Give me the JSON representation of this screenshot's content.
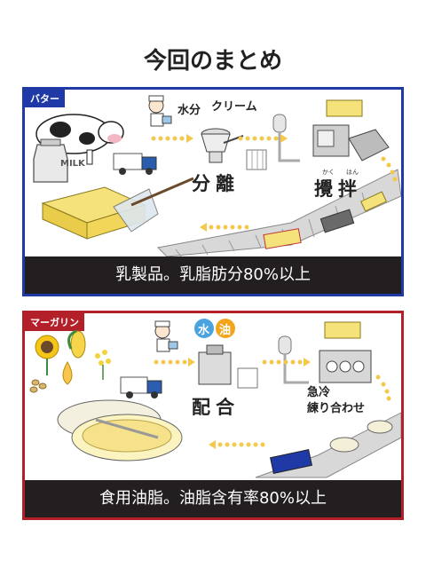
{
  "page": {
    "title": "今回のまとめ"
  },
  "butter": {
    "tag": "バター",
    "milk": "MILK",
    "water": "水分",
    "cream": "クリーム",
    "separate": "分離",
    "churn": "攪拌",
    "churn_ruby_1": "かく",
    "churn_ruby_2": "はん",
    "caption": "乳製品。乳脂肪分80%以上"
  },
  "margarine": {
    "tag": "マーガリン",
    "water": "水",
    "oil": "油",
    "blend": "配合",
    "rapid_cool": "急冷",
    "knead": "練り合わせ",
    "caption": "食用油脂。油脂含有率80%以上"
  },
  "colors": {
    "butter_border": "#1f3aa6",
    "margarine_border": "#b3202a",
    "arrow_dots": "#f2c94c",
    "caption_bg": "#231f20",
    "water_badge": "#4aa3df",
    "oil_badge": "#f2a51a"
  }
}
